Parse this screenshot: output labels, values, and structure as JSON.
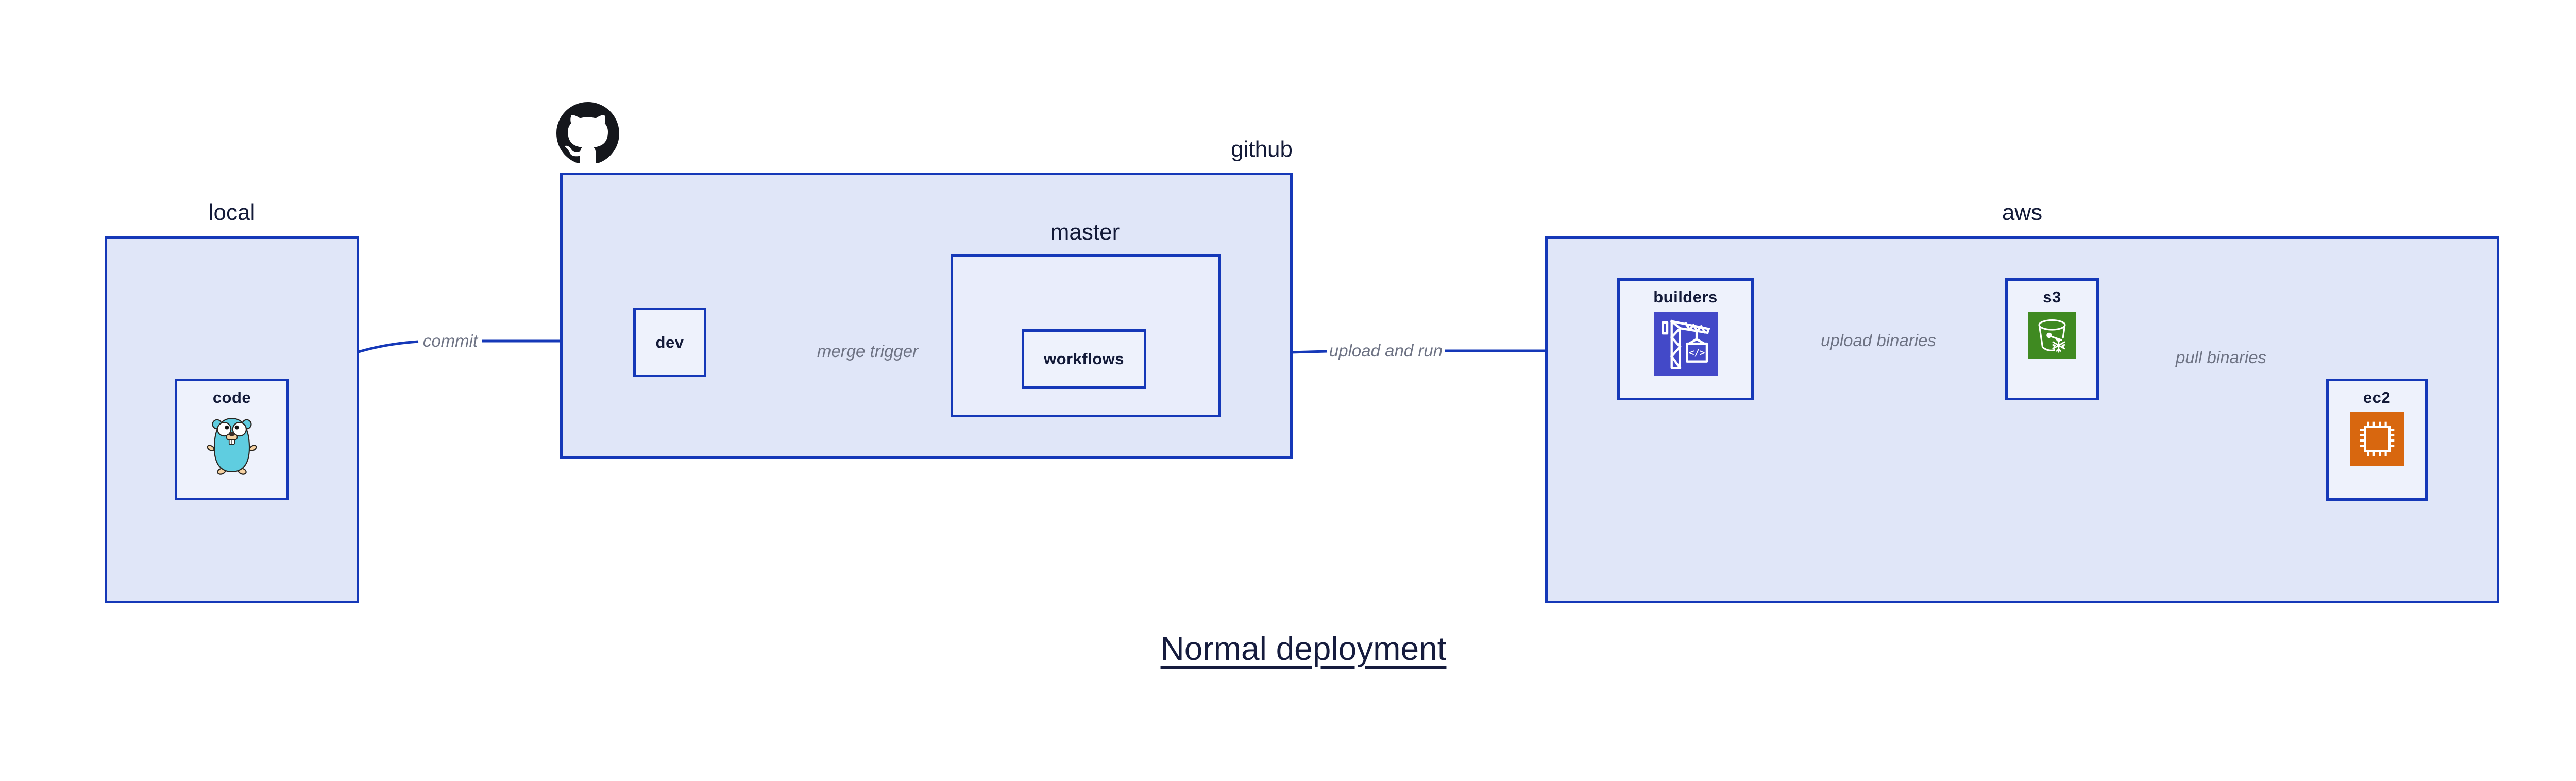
{
  "title": "Normal deployment",
  "containers": {
    "local": "local",
    "github": "github",
    "master": "master",
    "aws": "aws"
  },
  "nodes": {
    "code": "code",
    "dev": "dev",
    "workflows": "workflows",
    "builders": "builders",
    "s3": "s3",
    "ec2": "ec2"
  },
  "edges": {
    "commit": "commit",
    "merge_trigger": "merge trigger",
    "upload_and_run": "upload and run",
    "upload_binaries": "upload binaries",
    "pull_binaries": "pull binaries"
  },
  "icons": {
    "github_logo": "github-octocat-icon",
    "gopher": "go-gopher-icon",
    "builders": "codebuild-crane-icon",
    "s3": "s3-glacier-bucket-icon",
    "ec2": "ec2-chip-icon"
  },
  "colors": {
    "border": "#1538b8",
    "arrow": "#1538b8",
    "container_fill": "#e0e6f8",
    "master_fill": "#e9edfb",
    "node_fill": "#eef2fc",
    "label_color": "#131a38",
    "edge_label_color": "#6e7384",
    "title_color": "#151b3d",
    "codebuild_purple": "#4349c8",
    "s3_green": "#3f8a21",
    "ec2_orange": "#d8670f",
    "gopher_teal": "#5fcde0",
    "github_black": "#15171c"
  }
}
